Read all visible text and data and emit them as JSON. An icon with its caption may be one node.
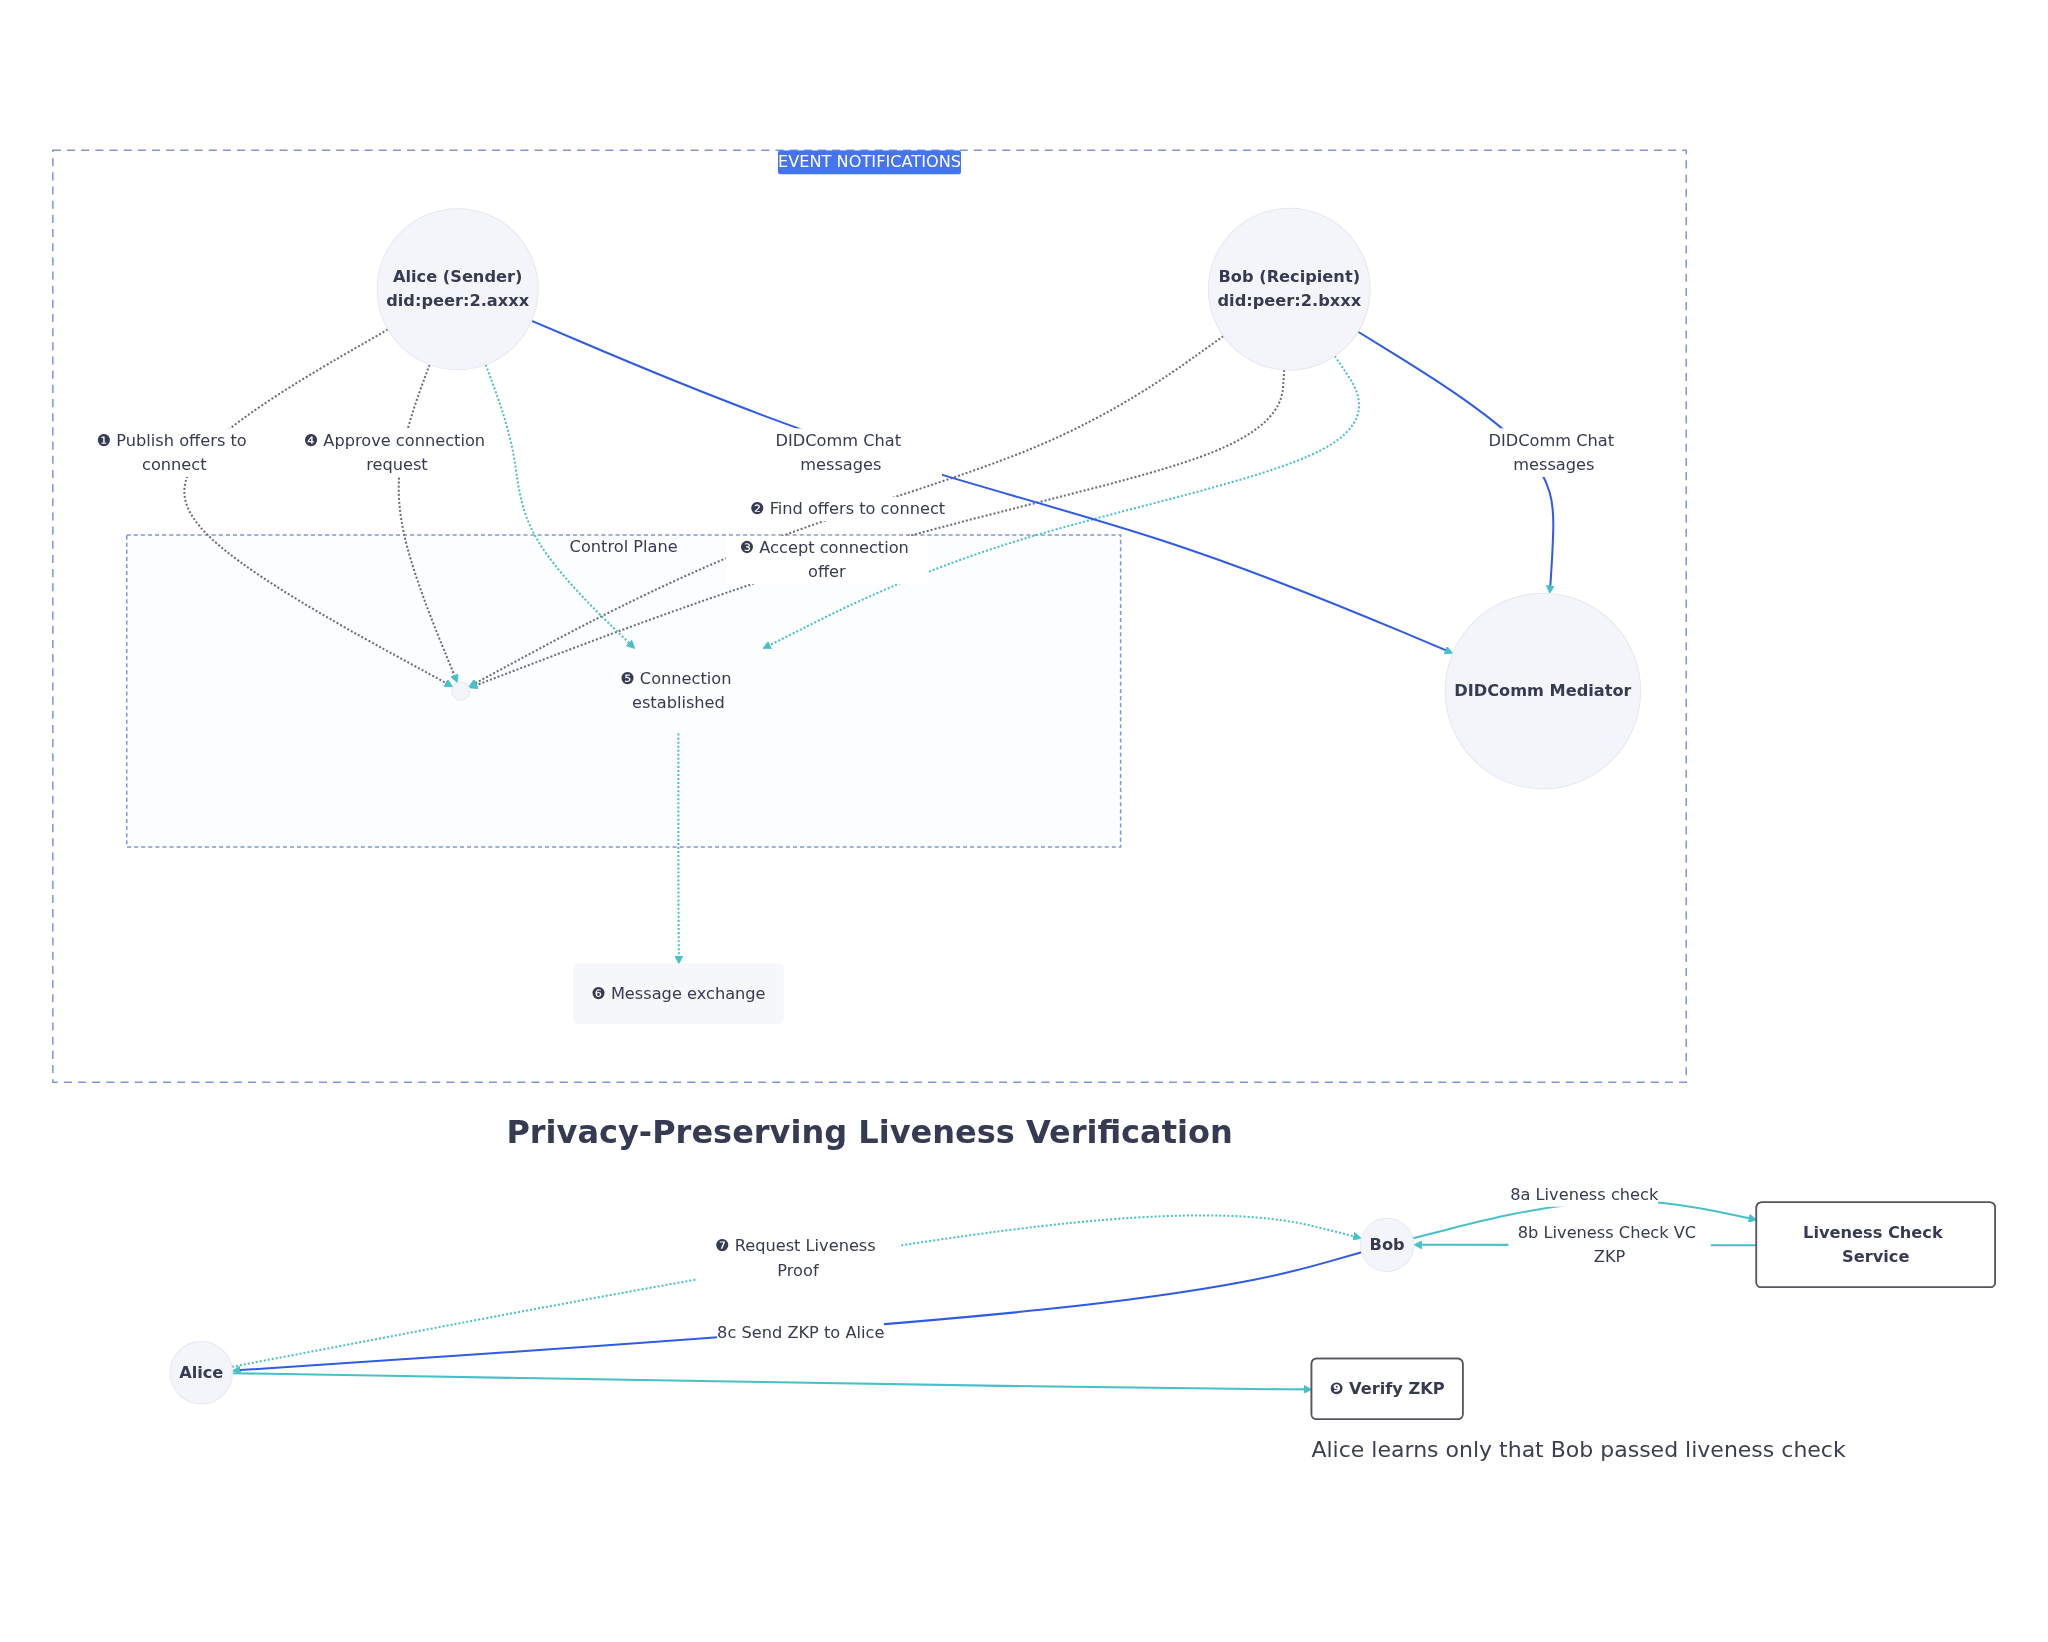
{
  "diagram": {
    "nodes": [
      {
        "text": [
          "EVENT NOTIFICATIONS"
        ]
      },
      {
        "text": [
          "Alice (Sender)",
          "did:peer:2.axxx"
        ],
        "in": 0
      },
      {
        "text": [
          "Control Plane"
        ],
        "in": 0
      },
      {
        "text": [],
        "shape": "circle",
        "in": 2
      },
      {
        "text": [
          "Bob (Recipient)",
          "did:peer:2.bxxx"
        ],
        "in": 0
      },
      {
        "text": [
          "❺ Connection established"
        ],
        "in": 2
      },
      {
        "text": [
          "❻ Message exchange"
        ],
        "in": 0
      },
      {
        "text": [
          "DIDComm Mediator"
        ],
        "in": 0
      },
      {
        "text": [
          "Alice"
        ]
      },
      {
        "text": [
          "Bob"
        ]
      },
      {
        "text": [
          "❾ Verify ZKP"
        ]
      },
      {
        "text": [
          "Liveness Check Service"
        ]
      }
    ],
    "edges": [
      {
        "from": 1,
        "to": 3,
        "arrow": "to",
        "label": "❶ Publish offers to connect",
        "style": "dashed",
        "color": "#6b6e78"
      },
      {
        "from": 4,
        "to": 3,
        "arrow": "to",
        "label": "❷ Find offers to connect",
        "style": "dashed",
        "color": "#6b6e78"
      },
      {
        "from": 4,
        "to": 3,
        "arrow": "to",
        "label": "❸ Accept connection offer",
        "style": "dashed",
        "color": "#6b6e78"
      },
      {
        "from": 1,
        "to": 3,
        "arrow": "to",
        "label": "❹ Approve connection request",
        "style": "dashed",
        "color": "#6b6e78"
      },
      {
        "from": 1,
        "to": 5,
        "arrow": "to",
        "style": "dashed"
      },
      {
        "from": 4,
        "to": 5,
        "arrow": "to",
        "style": "dashed"
      },
      {
        "from": 5,
        "to": 6,
        "arrow": "to",
        "style": "dashed"
      },
      {
        "from": 1,
        "to": 7,
        "arrow": "to",
        "label": "DIDComm Chat messages",
        "color": "#2f5be7"
      },
      {
        "from": 4,
        "to": 7,
        "arrow": "to",
        "label": "DIDComm Chat messages",
        "color": "#2f5be7"
      },
      {
        "from": 8,
        "to": 9,
        "arrow": "to",
        "label": "❼ Request Liveness Proof",
        "style": "dashed"
      },
      {
        "from": 9,
        "to": 8,
        "arrow": "to",
        "label": "8c Send ZKP to Alice",
        "color": "#2f5be7"
      },
      {
        "from": 8,
        "to": 10,
        "arrow": "to"
      },
      {
        "from": 11,
        "to": 9,
        "arrow": "to",
        "label": "8b Liveness Check VC ZKP"
      },
      {
        "from": 9,
        "to": 11,
        "arrow": "to",
        "label": "8a Liveness check"
      }
    ],
    "labels": [
      "Privacy-Preserving Liveness Verification",
      "Alice learns only that Bob passed liveness check"
    ]
  }
}
